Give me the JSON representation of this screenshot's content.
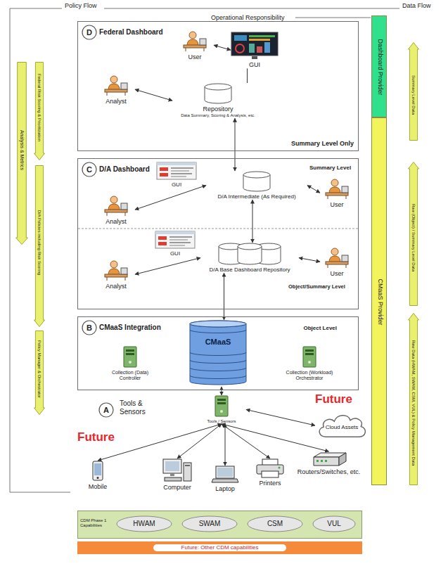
{
  "diagram": {
    "nodes": [
      {
        "text": [
          "Federal Dashboard",
          "Summary Level Only"
        ]
      },
      {
        "text": [
          "D"
        ],
        "in": 0
      },
      {
        "text": [
          "User"
        ],
        "in": 0
      },
      {
        "text": [
          "GUI"
        ],
        "in": 0
      },
      {
        "text": [
          "Analyst"
        ],
        "in": 0
      },
      {
        "text": [
          "Repository",
          "Data Summary, Scoring & Analysis, etc."
        ],
        "in": 0
      },
      {
        "text": [
          "D/A Dashboard"
        ]
      },
      {
        "text": [
          "C"
        ],
        "in": 6
      },
      {
        "text": [
          "GUI"
        ],
        "in": 6
      },
      {
        "text": [
          "D/A Intermediate (As Required)"
        ],
        "in": 6
      },
      {
        "text": [
          "User"
        ],
        "in": 6
      },
      {
        "text": [
          "Analyst"
        ],
        "in": 6
      },
      {
        "text": [
          "GUI"
        ],
        "in": 6
      },
      {
        "text": [
          "D/A Base Dashboard Repository"
        ],
        "in": 6
      },
      {
        "text": [
          "User"
        ],
        "in": 6
      },
      {
        "text": [
          "Analyst"
        ],
        "in": 6
      },
      {
        "text": [
          "CMaaS Integration",
          "Object Level"
        ]
      },
      {
        "text": [
          "B"
        ],
        "in": 16
      },
      {
        "text": [
          "CMaaS"
        ],
        "in": 16
      },
      {
        "text": [
          "Collection (Data) Controller"
        ],
        "in": 16
      },
      {
        "text": [
          "Collection (Workload) Orchestrator"
        ],
        "in": 16
      },
      {
        "text": [
          "A"
        ]
      },
      {
        "text": [
          "Tools / Sensors"
        ]
      },
      {
        "text": [
          "Cloud Assets"
        ]
      },
      {
        "text": [
          "Mobile"
        ]
      },
      {
        "text": [
          "Computer"
        ]
      },
      {
        "text": [
          "Laptop"
        ]
      },
      {
        "text": [
          "Printers"
        ]
      },
      {
        "text": [
          "Routers/Switches, etc."
        ]
      },
      {
        "text": [
          "CDM Phase 1 Capabilities"
        ]
      },
      {
        "text": [
          "HWAM"
        ],
        "in": 29
      },
      {
        "text": [
          "SWAM"
        ],
        "in": 29
      },
      {
        "text": [
          "CSM"
        ],
        "in": 29
      },
      {
        "text": [
          "VUL"
        ],
        "in": 29
      },
      {
        "text": [
          "Future: Other CDM capabilities"
        ]
      },
      {
        "text": [
          "Dashboard Provider"
        ]
      },
      {
        "text": [
          "CMaaS Provider"
        ]
      },
      {
        "text": [
          "Analysis & Metrics"
        ]
      },
      {
        "text": [
          "Federal Risk Scoring & Prioritization"
        ]
      },
      {
        "text": [
          "D/A Policies including Risk Scoring"
        ]
      },
      {
        "text": [
          "Policy Manager & Orchestrator"
        ]
      },
      {
        "text": [
          "Summary Level Data"
        ]
      },
      {
        "text": [
          "Raw (Object) / Summary Level Data"
        ]
      },
      {
        "text": [
          "Raw Data (HWAM, SWAM, CSM, VUL) & Policy Management Data"
        ]
      }
    ],
    "edges": [
      {
        "from": 2,
        "to": 3,
        "arrow": "both"
      },
      {
        "from": 3,
        "to": 5,
        "arrow": "none"
      },
      {
        "from": 4,
        "to": 5,
        "arrow": "both"
      },
      {
        "from": 5,
        "to": 9,
        "arrow": "both"
      },
      {
        "from": 11,
        "to": 9,
        "arrow": "both"
      },
      {
        "from": 10,
        "to": 9,
        "arrow": "both"
      },
      {
        "from": 9,
        "to": 13,
        "arrow": "both"
      },
      {
        "from": 15,
        "to": 13,
        "arrow": "both"
      },
      {
        "from": 14,
        "to": 13,
        "arrow": "both"
      },
      {
        "from": 13,
        "to": 18,
        "arrow": "both"
      },
      {
        "from": 18,
        "to": 22,
        "arrow": "both"
      },
      {
        "from": 22,
        "to": 23,
        "arrow": "both"
      },
      {
        "from": 22,
        "to": 24,
        "arrow": "both"
      },
      {
        "from": 22,
        "to": 25,
        "arrow": "both"
      },
      {
        "from": 22,
        "to": 26,
        "arrow": "both"
      },
      {
        "from": 22,
        "to": 27,
        "arrow": "both"
      },
      {
        "from": 22,
        "to": 28,
        "arrow": "both"
      }
    ],
    "labels": [
      "Policy Flow",
      "Data Flow",
      "Operational Responsibility",
      "Summary Level",
      "Object/Summary Level",
      "Future",
      "Tools & Sensors",
      "Future"
    ]
  }
}
